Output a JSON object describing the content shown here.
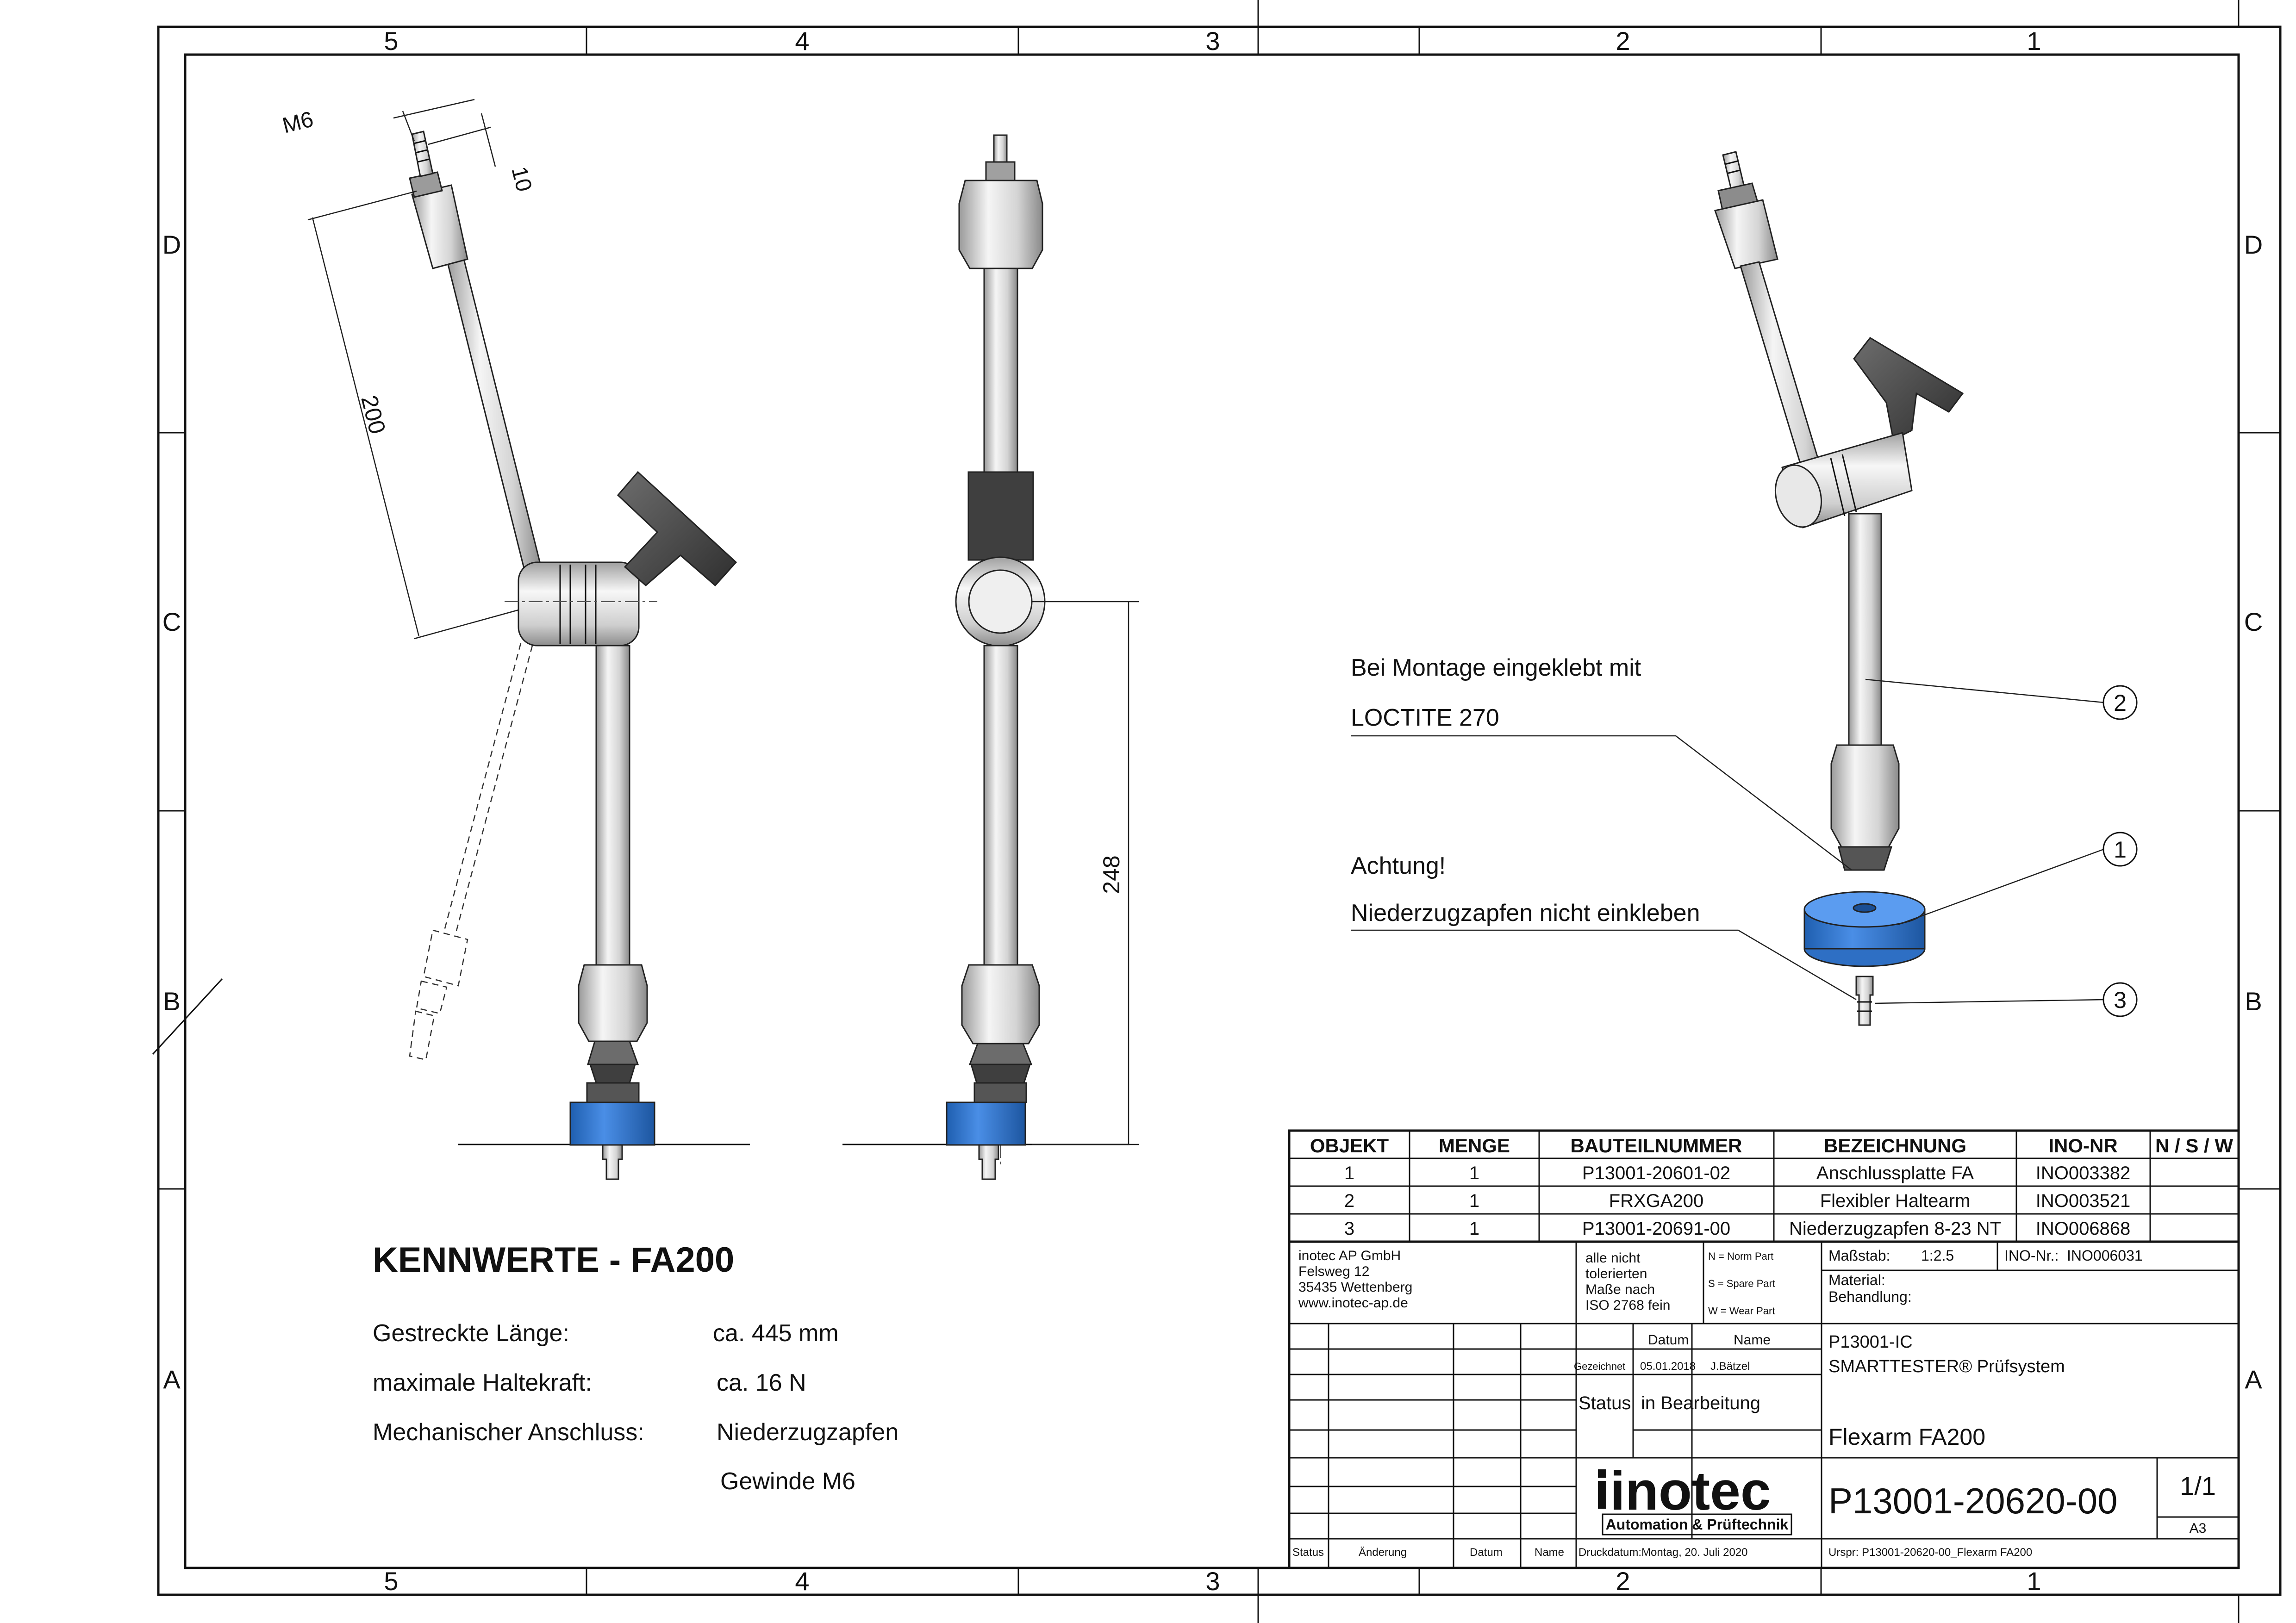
{
  "frame": {
    "columns_top": [
      "5",
      "4",
      "3",
      "2",
      "1"
    ],
    "columns_bottom": [
      "5",
      "4",
      "3",
      "2",
      "1"
    ],
    "rows_left": [
      "D",
      "C",
      "B",
      "A"
    ],
    "rows_right": [
      "D",
      "C",
      "B",
      "A"
    ]
  },
  "dimensions": {
    "thread": "M6",
    "thread_length": "10",
    "arm_length": "200",
    "height": "248"
  },
  "notes": {
    "glue_line1": "Bei Montage eingeklebt mit",
    "glue_line2": "LOCTITE 270",
    "warning_line1": "Achtung!",
    "warning_line2": "Niederzugzapfen nicht einkleben"
  },
  "balloons": [
    "2",
    "1",
    "3"
  ],
  "specs": {
    "title": "KENNWERTE - FA200",
    "rows": [
      {
        "label": "Gestreckte Länge:",
        "value": "ca. 445 mm"
      },
      {
        "label": "maximale Haltekraft:",
        "value": "ca. 16 N"
      },
      {
        "label": "Mechanischer Anschluss:",
        "value": "Niederzugzapfen"
      },
      {
        "label": "",
        "value": "Gewinde M6"
      }
    ]
  },
  "parts_list": {
    "headers": [
      "OBJEKT",
      "MENGE",
      "BAUTEILNUMMER",
      "BEZEICHNUNG",
      "INO-NR",
      "N / S / W"
    ],
    "rows": [
      [
        "1",
        "1",
        "P13001-20601-02",
        "Anschlussplatte FA",
        "INO003382",
        ""
      ],
      [
        "2",
        "1",
        "FRXGA200",
        "Flexibler Haltearm",
        "INO003521",
        ""
      ],
      [
        "3",
        "1",
        "P13001-20691-00",
        "Niederzugzapfen 8-23 NT",
        "INO006868",
        ""
      ]
    ]
  },
  "title_block": {
    "company_lines": [
      "inotec AP GmbH",
      "Felsweg 12",
      "35435 Wettenberg",
      "www.inotec-ap.de"
    ],
    "tolerance_lines": [
      "alle nicht",
      "tolerierten",
      "Maße nach",
      "ISO 2768 fein"
    ],
    "part_types": [
      "N = Norm Part",
      "S = Spare Part",
      "W = Wear Part"
    ],
    "scale_label": "Maßstab:",
    "scale_value": "1:2.5",
    "ino_label": "INO-Nr.:",
    "ino_value": "INO006031",
    "material_label": "Material:",
    "treatment_label": "Behandlung:",
    "datum_label": "Datum",
    "name_label": "Name",
    "drawn_label": "Gezeichnet",
    "drawn_date": "05.01.2018",
    "drawn_name": "J.Bätzel",
    "status_label": "Status",
    "status_value": "in Bearbeitung",
    "project_code": "P13001-IC",
    "project_name": "SMARTTESTER® Prüfsystem",
    "drawing_title": "Flexarm FA200",
    "drawing_number": "P13001-20620-00",
    "sheet": "1/1",
    "format": "A3",
    "rev_status": "Status",
    "rev_change": "Änderung",
    "rev_date": "Datum",
    "rev_name": "Name",
    "print_date": "Druckdatum:Montag, 20. Juli 2020",
    "origin": "Urspr: P13001-20620-00_Flexarm FA200",
    "logo_text": "inotec",
    "logo_subtitle": "Automation & Prüftechnik"
  },
  "colors": {
    "line": "#111111",
    "plate_blue": "#3a7bd5",
    "plate_blue_dark": "#1f5fb0",
    "metal_light": "#f1f1f1",
    "metal_mid": "#bdbdbd",
    "metal_dark": "#7d7d7d",
    "knob": "#5a5a5a"
  }
}
